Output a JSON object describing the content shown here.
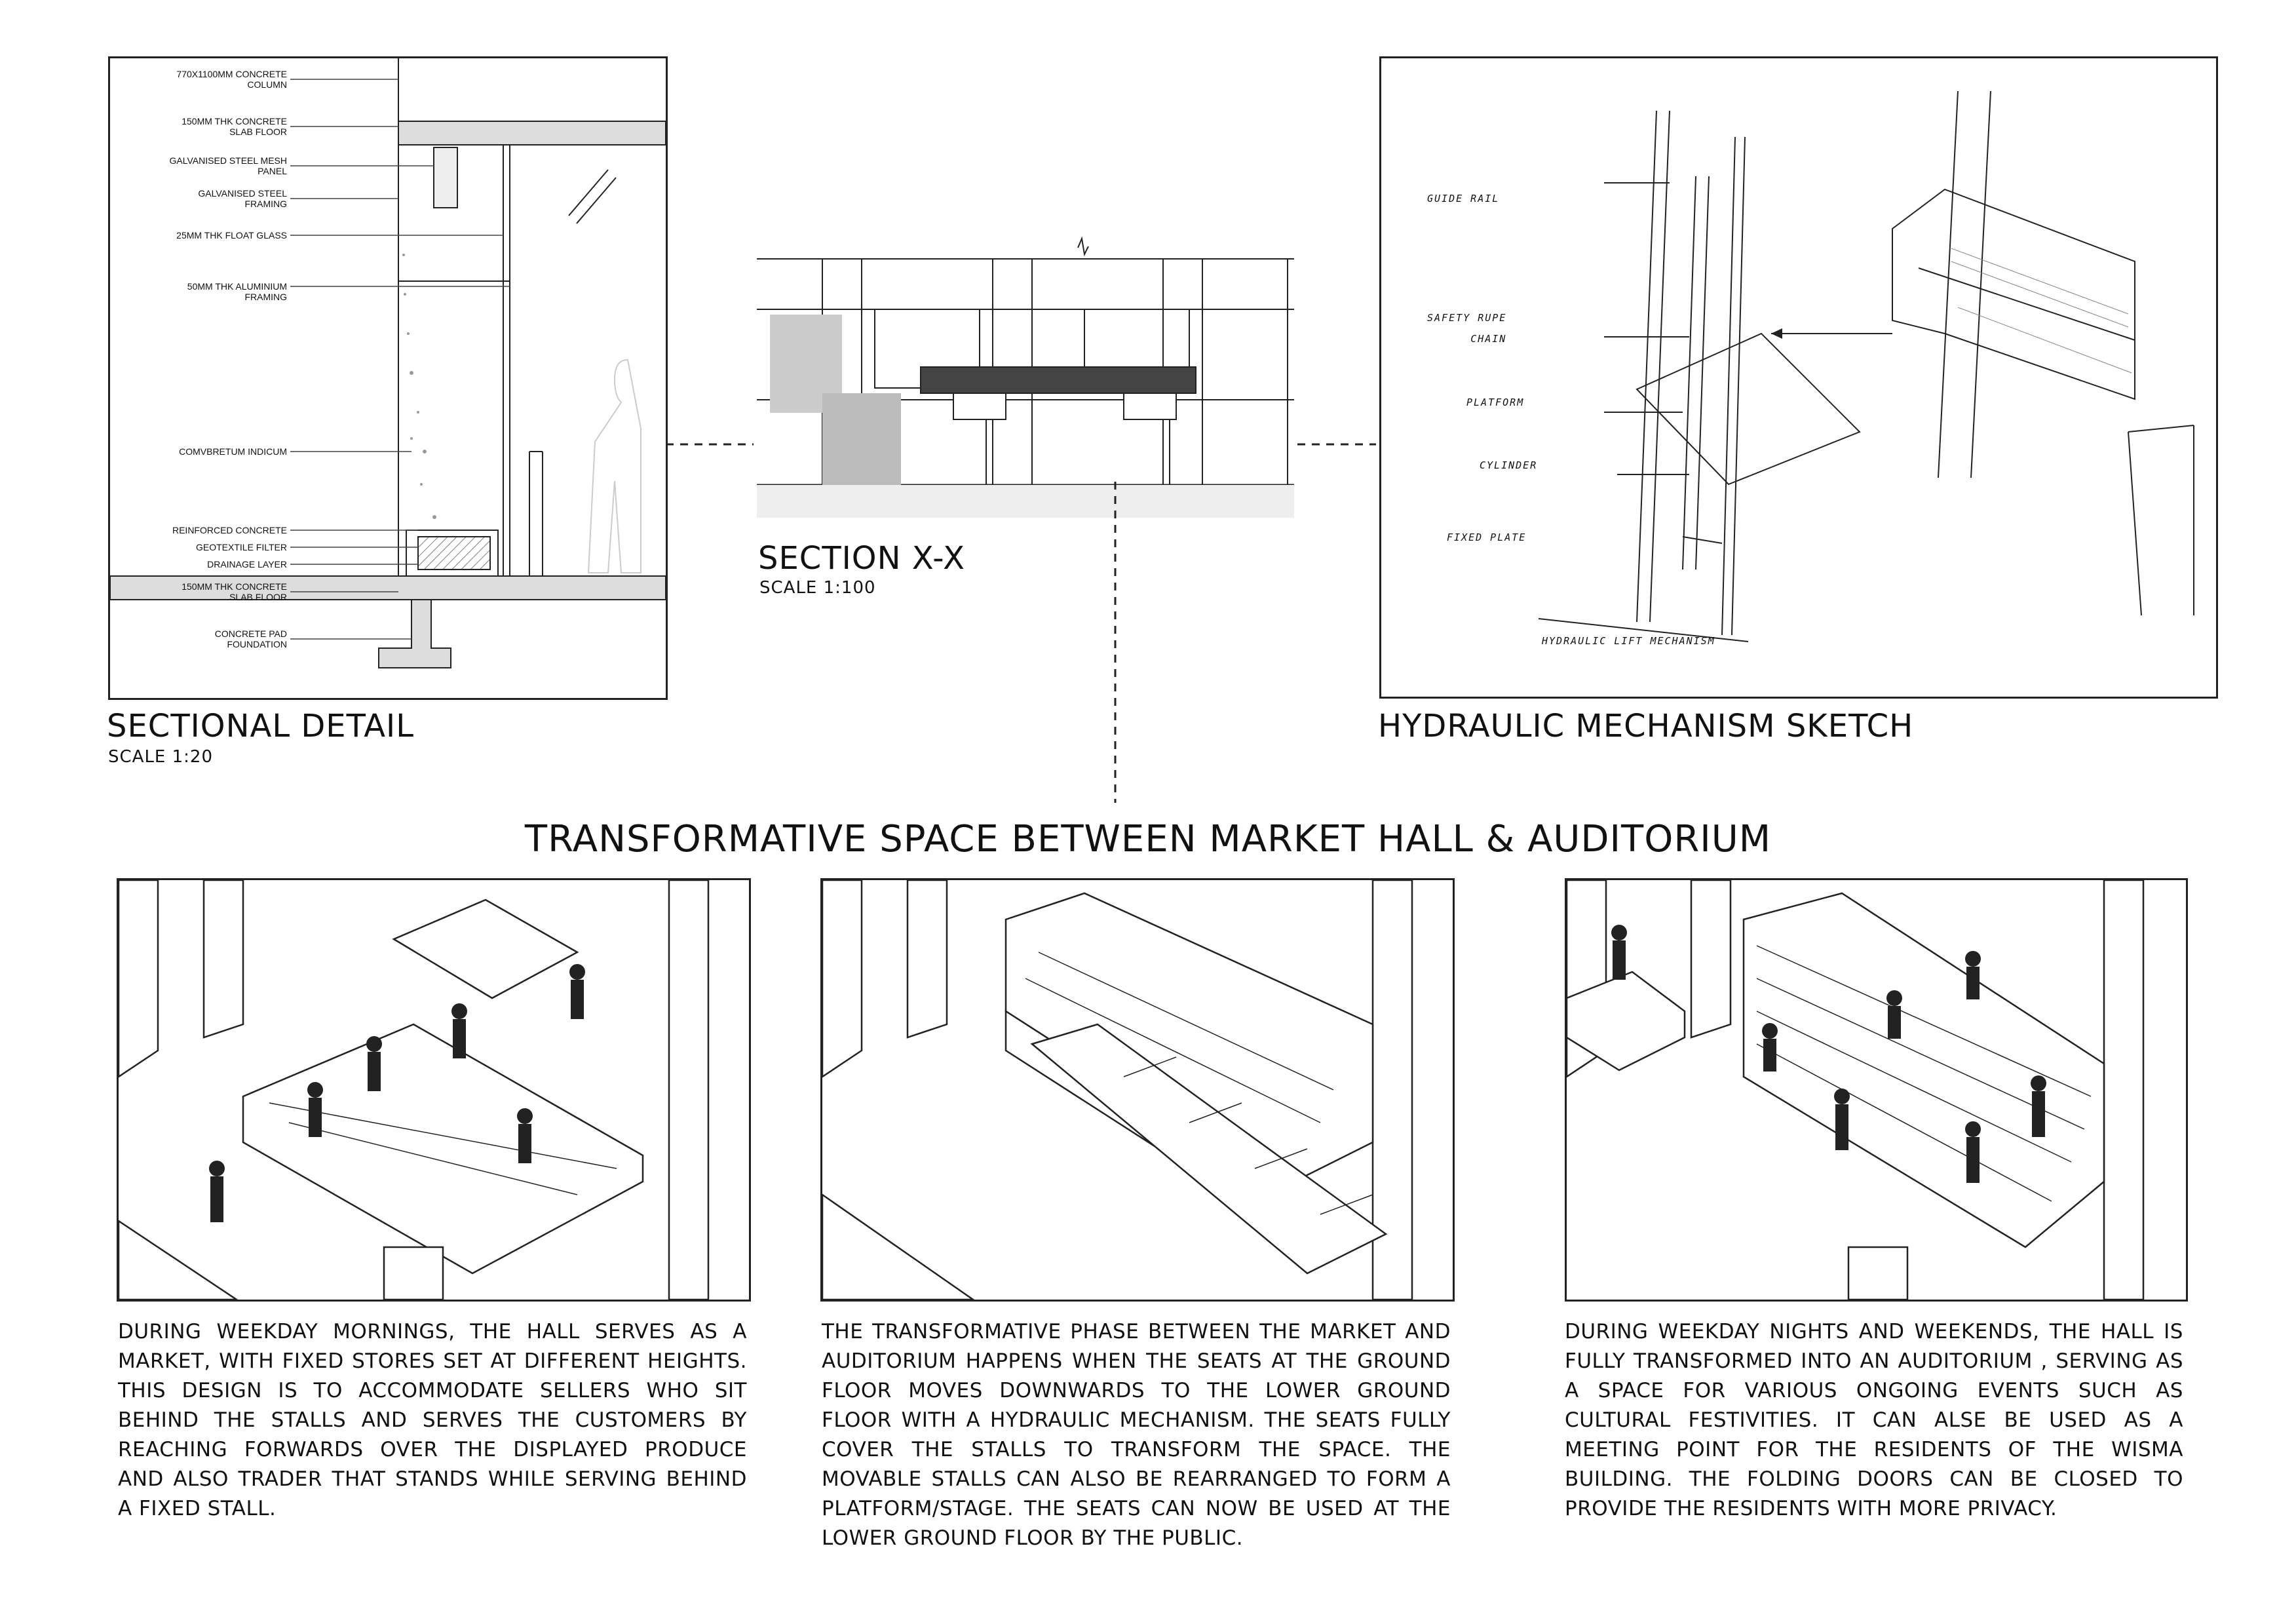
{
  "sectional_detail": {
    "title": "SECTIONAL DETAIL",
    "scale": "SCALE 1:20",
    "labels": [
      "770X1100MM CONCRETE\nCOLUMN",
      "150MM THK CONCRETE\nSLAB FLOOR",
      "GALVANISED STEEL MESH\nPANEL",
      "GALVANISED STEEL\nFRAMING",
      "25MM THK FLOAT GLASS",
      "50MM THK ALUMINIUM\nFRAMING",
      "COMVBRETUM INDICUM",
      "REINFORCED CONCRETE",
      "GEOTEXTILE FILTER",
      "DRAINAGE LAYER",
      "150MM THK CONCRETE\nSLAB FLOOR",
      "CONCRETE PAD\nFOUNDATION"
    ]
  },
  "section_xx": {
    "title": "SECTION X-X",
    "scale": "SCALE 1:100"
  },
  "hydraulic": {
    "title": "HYDRAULIC MECHANISM SKETCH",
    "labels": [
      "GUIDE RAIL",
      "SAFETY RUPE\nCHAIN",
      "PLATFORM",
      "CYLINDER",
      "FIXED PLATE"
    ],
    "caption": "HYDRAULIC LIFT MECHANISM"
  },
  "main_heading": "TRANSFORMATIVE SPACE BETWEEN MARKET HALL & AUDITORIUM",
  "panels": [
    {
      "text": "DURING WEEKDAY MORNINGS, THE HALL SERVES AS A MARKET, WITH FIXED STORES SET AT DIFFERENT HEIGHTS. THIS DESIGN IS TO ACCOMMODATE SELLERS WHO SIT BEHIND THE STALLS AND SERVES THE CUSTOMERS BY REACHING FORWARDS OVER THE DISPLAYED PRODUCE AND ALSO TRADER THAT STANDS WHILE SERVING BEHIND A FIXED STALL."
    },
    {
      "text": "THE TRANSFORMATIVE PHASE BETWEEN THE MARKET AND AUDITORIUM HAPPENS WHEN THE SEATS AT THE GROUND FLOOR MOVES DOWNWARDS TO THE LOWER GROUND FLOOR WITH A HYDRAULIC MECHANISM. THE SEATS FULLY COVER THE STALLS TO TRANSFORM THE SPACE. THE MOVABLE STALLS CAN ALSO BE REARRANGED TO FORM A PLATFORM/STAGE. THE SEATS CAN NOW BE USED AT THE LOWER GROUND FLOOR BY THE PUBLIC."
    },
    {
      "text": "DURING WEEKDAY NIGHTS AND WEEKENDS, THE HALL IS FULLY TRANSFORMED INTO AN AUDITORIUM , SERVING AS A SPACE FOR VARIOUS ONGOING EVENTS SUCH AS CULTURAL FESTIVITIES. IT CAN ALSE BE USED AS A MEETING POINT FOR THE RESIDENTS OF THE WISMA BUILDING. THE FOLDING DOORS CAN BE CLOSED TO PROVIDE THE RESIDENTS WITH MORE PRIVACY."
    }
  ]
}
